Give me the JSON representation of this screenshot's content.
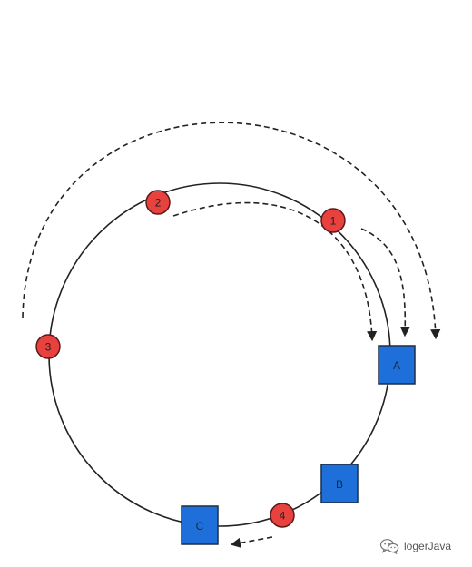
{
  "servers": [
    {
      "id": "server-a",
      "label": "A"
    },
    {
      "id": "server-b",
      "label": "B"
    },
    {
      "id": "server-c",
      "label": "C"
    }
  ],
  "keys": [
    {
      "id": "key-1",
      "label": "1"
    },
    {
      "id": "key-2",
      "label": "2"
    },
    {
      "id": "key-3",
      "label": "3"
    },
    {
      "id": "key-4",
      "label": "4"
    }
  ],
  "colors": {
    "server_fill": "#1e6fd9",
    "server_stroke": "#1a2e46",
    "key_fill": "#e8423f",
    "key_stroke": "#5a1a1a",
    "ring_stroke": "#222222",
    "arrow_stroke": "#222222"
  },
  "watermark": {
    "icon": "wechat-icon",
    "text": "logerJava"
  }
}
